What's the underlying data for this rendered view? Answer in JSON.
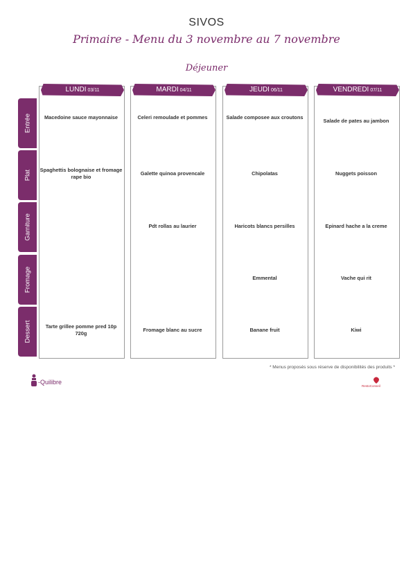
{
  "header": {
    "title": "SIVOS",
    "subtitle": "Primaire - Menu du 3 novembre au 7 novembre",
    "meal": "Déjeuner"
  },
  "rows": [
    "Entrée",
    "Plat",
    "Garniture",
    "Fromage",
    "Dessert"
  ],
  "days": [
    {
      "name": "LUNDI",
      "date": "03/11",
      "items": [
        "Macedoine sauce mayonnaise",
        "Spaghettis bolognaise et fromage rape bio",
        "",
        "",
        "Tarte grillee pomme pred 10p 720g"
      ]
    },
    {
      "name": "MARDI",
      "date": "04/11",
      "items": [
        "Celeri remoulade et pommes",
        "Galette quinoa provencale",
        "Pdt rollas au laurier",
        "",
        "Fromage blanc au sucre"
      ]
    },
    {
      "name": "JEUDI",
      "date": "06/11",
      "items": [
        "Salade composee aux croutons",
        "Chipolatas",
        "Haricots blancs persilles",
        "Emmental",
        "Banane fruit"
      ]
    },
    {
      "name": "VENDREDI",
      "date": "07/11",
      "items": [
        "Salade de pates au jambon",
        "Nuggets poisson",
        "Epinard hache a la creme",
        "Vache qui rit",
        "Kiwi"
      ]
    }
  ],
  "footer": {
    "note": "* Menus proposés sous réserve de disponibilités des produits *",
    "logo_left": "-Quilibre",
    "logo_right": "RestoConseil"
  },
  "colors": {
    "accent": "#7b2d6b",
    "logo_right": "#c8283c"
  }
}
